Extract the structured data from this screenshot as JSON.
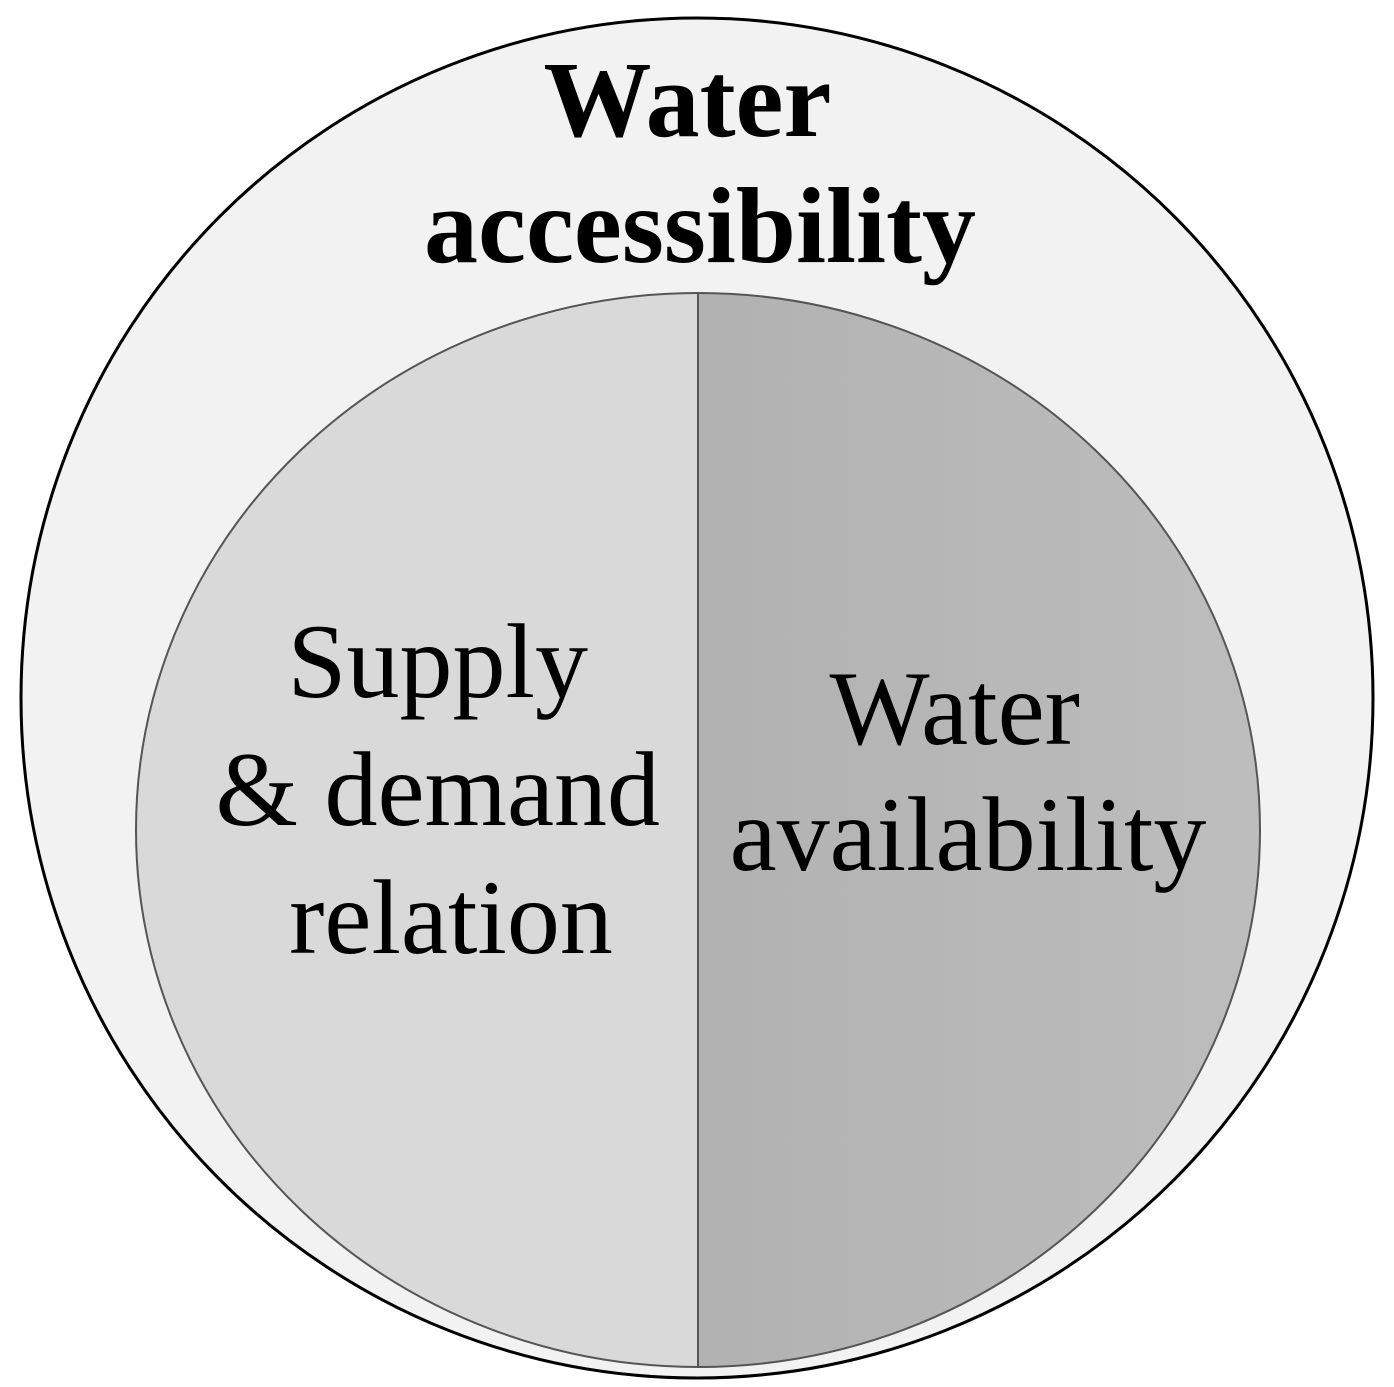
{
  "diagram": {
    "outer": {
      "title_lines": [
        "Water",
        "accessibility"
      ],
      "fill": "#f2f2f2",
      "stroke": "#000000"
    },
    "inner_left": {
      "lines": [
        "Supply",
        "& demand",
        "relation"
      ],
      "fill": "#d9d9d9"
    },
    "inner_right": {
      "lines": [
        "Water",
        "availability"
      ],
      "fill": "#b3b3b3"
    }
  }
}
